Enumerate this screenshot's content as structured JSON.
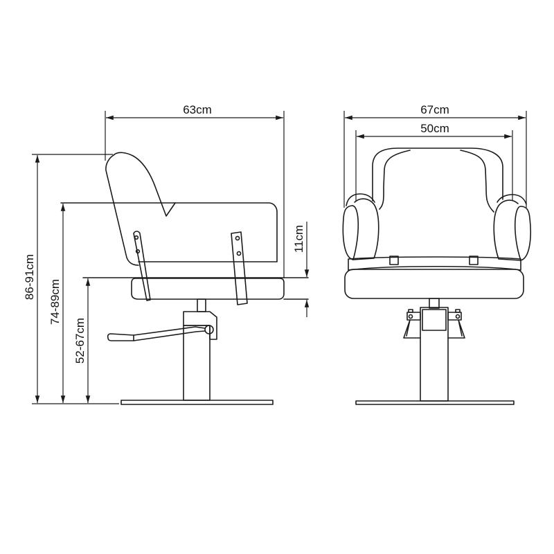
{
  "diagram": {
    "subject": "salon chair dimension drawing",
    "line_color": "#1a1a1a",
    "background": "#ffffff",
    "side_view": {
      "width_label": "63cm",
      "overall_height_label": "86-91cm",
      "armrest_height_label": "74-89cm",
      "seat_height_label": "52-67cm",
      "seat_thickness_label": "11cm"
    },
    "front_view": {
      "overall_width_label": "67cm",
      "seat_width_label": "50cm"
    }
  }
}
